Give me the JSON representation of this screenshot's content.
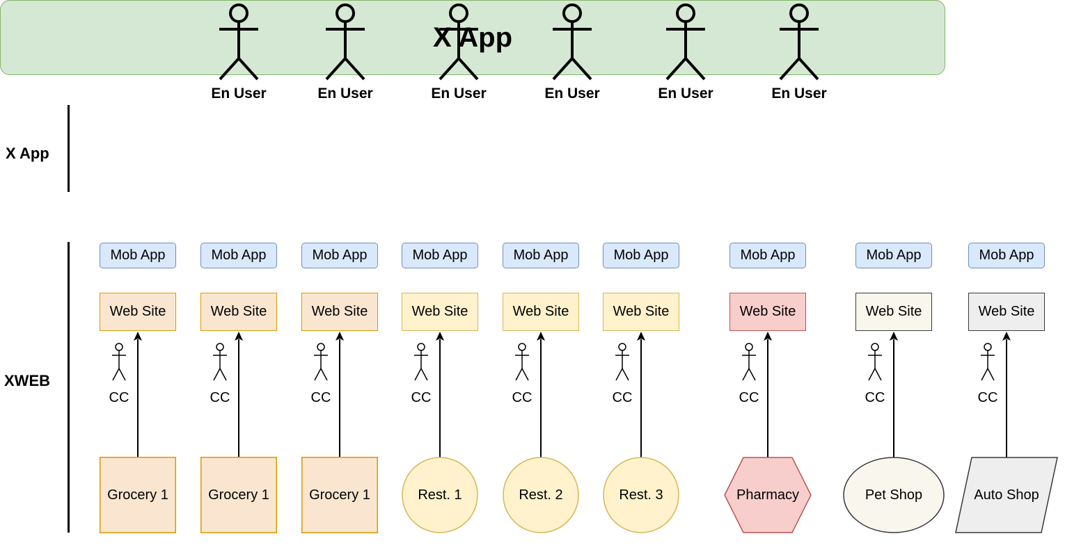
{
  "end_users": [
    {
      "label": "En User"
    },
    {
      "label": "En User"
    },
    {
      "label": "En User"
    },
    {
      "label": "En User"
    },
    {
      "label": "En User"
    },
    {
      "label": "En User"
    }
  ],
  "sections": {
    "x_app_label": "X App",
    "xweb_label": "XWEB"
  },
  "x_app_box": {
    "label": "X App",
    "fill": "#d5e8d4",
    "stroke": "#82b366"
  },
  "columns": [
    {
      "mob": "Mob App",
      "web": "Web Site",
      "web_fill": "#fae6d0",
      "web_stroke": "#d79b00",
      "cc": "CC",
      "store": "Grocery 1",
      "shape": "square",
      "store_fill": "#fae6d0",
      "store_stroke": "#d79b00"
    },
    {
      "mob": "Mob App",
      "web": "Web Site",
      "web_fill": "#fae6d0",
      "web_stroke": "#d79b00",
      "cc": "CC",
      "store": "Grocery 1",
      "shape": "square",
      "store_fill": "#fae6d0",
      "store_stroke": "#d79b00"
    },
    {
      "mob": "Mob App",
      "web": "Web Site",
      "web_fill": "#fae6d0",
      "web_stroke": "#d79b00",
      "cc": "CC",
      "store": "Grocery 1",
      "shape": "square",
      "store_fill": "#fae6d0",
      "store_stroke": "#d79b00"
    },
    {
      "mob": "Mob App",
      "web": "Web Site",
      "web_fill": "#fff2cc",
      "web_stroke": "#d6b656",
      "cc": "CC",
      "store": "Rest. 1",
      "shape": "circle",
      "store_fill": "#fff2cc",
      "store_stroke": "#d6b656"
    },
    {
      "mob": "Mob App",
      "web": "Web Site",
      "web_fill": "#fff2cc",
      "web_stroke": "#d6b656",
      "cc": "CC",
      "store": "Rest. 2",
      "shape": "circle",
      "store_fill": "#fff2cc",
      "store_stroke": "#d6b656"
    },
    {
      "mob": "Mob App",
      "web": "Web Site",
      "web_fill": "#fff2cc",
      "web_stroke": "#d6b656",
      "cc": "CC",
      "store": "Rest. 3",
      "shape": "circle",
      "store_fill": "#fff2cc",
      "store_stroke": "#d6b656"
    },
    {
      "mob": "Mob App",
      "web": "Web Site",
      "web_fill": "#f8cecc",
      "web_stroke": "#b85450",
      "cc": "CC",
      "store": "Pharmacy",
      "shape": "hexagon",
      "store_fill": "#f8cecc",
      "store_stroke": "#b85450"
    },
    {
      "mob": "Mob App",
      "web": "Web Site",
      "web_fill": "#f9f7ed",
      "web_stroke": "#36393d",
      "cc": "CC",
      "store": "Pet Shop",
      "shape": "ellipse",
      "store_fill": "#f9f7ed",
      "store_stroke": "#36393d"
    },
    {
      "mob": "Mob App",
      "web": "Web Site",
      "web_fill": "#eeeeee",
      "web_stroke": "#36393d",
      "cc": "CC",
      "store": "Auto Shop",
      "shape": "parallelogram",
      "store_fill": "#eeeeee",
      "store_stroke": "#36393d"
    }
  ]
}
